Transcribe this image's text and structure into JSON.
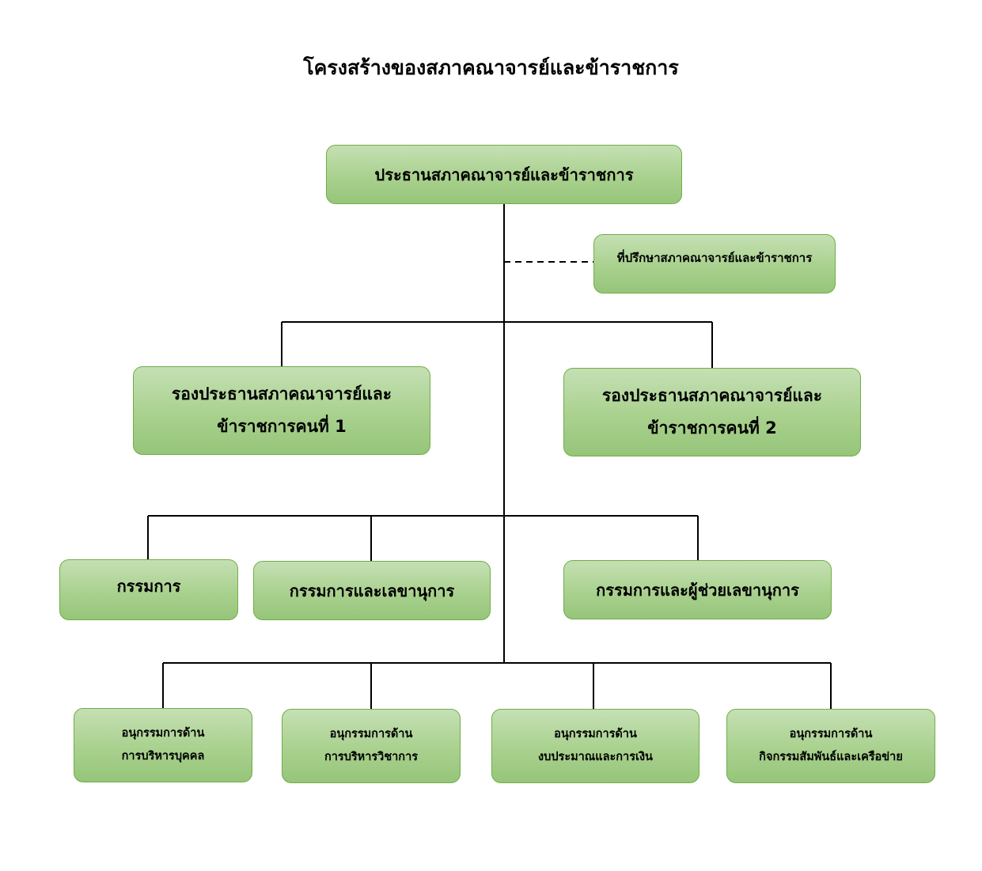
{
  "title": "โครงสร้างของสภาคณาจารย์และข้าราชการ",
  "nodes": {
    "president": "ประธานสภาคณาจารย์และข้าราชการ",
    "advisor": "ที่ปรึกษาสภาคณาจารย์และข้าราชการ",
    "vp1": {
      "line1": "รองประธานสภาคณาจารย์และ",
      "line2": "ข้าราชการคนที่ 1"
    },
    "vp2": {
      "line1": "รองประธานสภาคณาจารย์และ",
      "line2": "ข้าราชการคนที่ 2"
    },
    "committee": "กรรมการ",
    "secretary": "กรรมการและเลขานุการ",
    "assistant_secretary": "กรรมการและผู้ช่วยเลขานุการ",
    "sub_personnel": {
      "line1": "อนุกรรมการด้าน",
      "line2": "การบริหารบุคคล"
    },
    "sub_academic": {
      "line1": "อนุกรรมการด้าน",
      "line2": "การบริหารวิชาการ"
    },
    "sub_budget": {
      "line1": "อนุกรรมการด้าน",
      "line2": "งบประมาณและการเงิน"
    },
    "sub_activities": {
      "line1": "อนุกรรมการด้าน",
      "line2": "กิจกรรมสัมพันธ์และเครือข่าย"
    }
  },
  "colors": {
    "box_top": "#c5e0b4",
    "box_bottom": "#96c57a",
    "box_border": "#71ad47",
    "line": "#000000"
  }
}
